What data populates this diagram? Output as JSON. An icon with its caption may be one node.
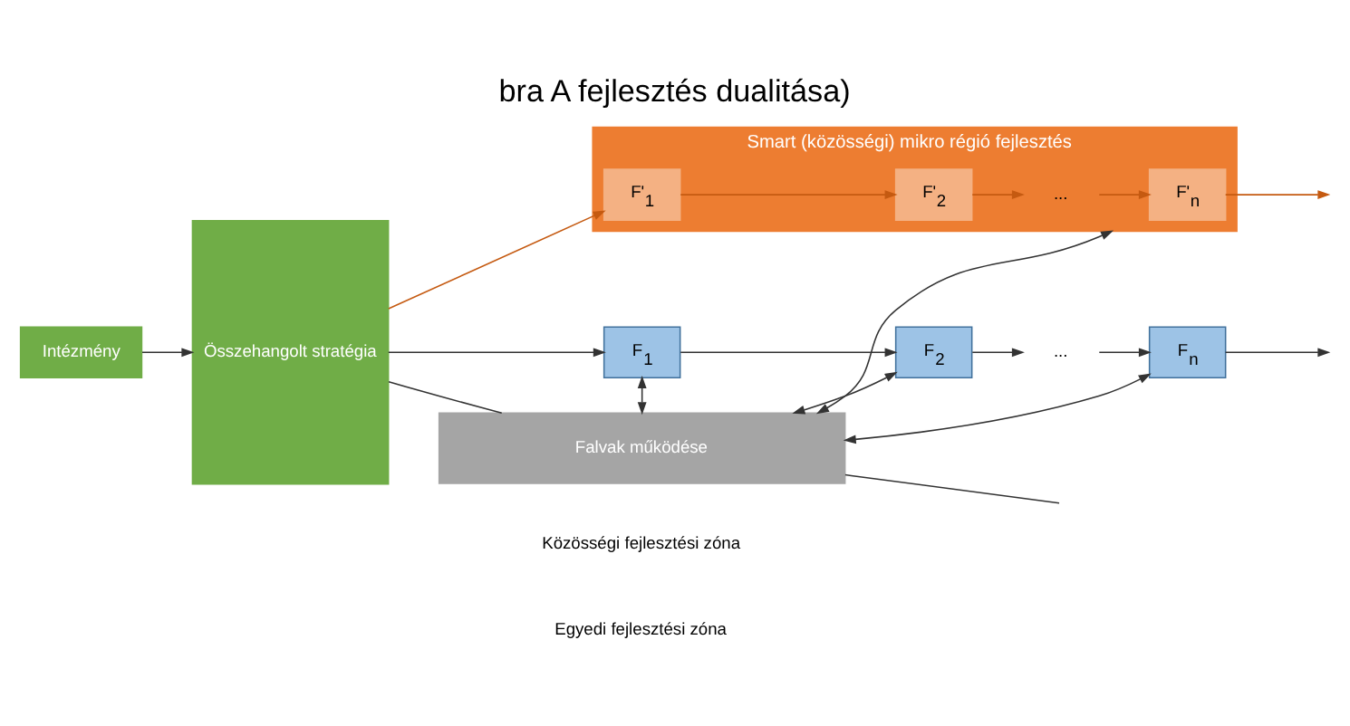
{
  "diagram": {
    "title": "bra A fejlesztés dualitása)",
    "nodes": [
      {
        "text": [
          "Intézmény"
        ]
      },
      {
        "text": [
          "Összehangolt stratégia"
        ]
      },
      {
        "text": [
          "Smart (közösségi) mikro régió fejlesztés"
        ]
      },
      {
        "text": [
          "F'$_{1}$"
        ],
        "in": 2
      },
      {
        "text": [
          "F'$_{2}$"
        ],
        "in": 2
      },
      {
        "text": [
          "..."
        ],
        "in": 2
      },
      {
        "text": [
          "F'$_{n}$"
        ],
        "in": 2
      },
      {
        "text": [
          "Falvak működése"
        ]
      },
      {
        "text": [
          "F$_{1}$"
        ]
      },
      {
        "text": [
          "F$_{2}$"
        ]
      },
      {
        "text": [
          "..."
        ]
      },
      {
        "text": [
          "F$_{n}$"
        ]
      }
    ],
    "edges": [
      {
        "from": 0,
        "to": 1,
        "arrow": "to"
      },
      {
        "from": 1,
        "to": 3,
        "arrow": "to",
        "color": "#c55a11"
      },
      {
        "from": 3,
        "to": 4,
        "arrow": "to",
        "color": "#c55a11"
      },
      {
        "from": 4,
        "to": 5,
        "arrow": "to",
        "color": "#c55a11"
      },
      {
        "from": 5,
        "to": 6,
        "arrow": "to",
        "color": "#c55a11"
      },
      {
        "from": 6,
        "to": null,
        "arrow": "to",
        "color": "#c55a11"
      },
      {
        "from": 2,
        "to": 7,
        "arrow": "both"
      },
      {
        "from": 1,
        "to": 7,
        "arrow": "none"
      },
      {
        "from": 7,
        "to": null,
        "arrow": "none"
      },
      {
        "from": 7,
        "to": 8,
        "arrow": "both"
      },
      {
        "from": 7,
        "to": 9,
        "arrow": "both"
      },
      {
        "from": 7,
        "to": 11,
        "arrow": "both"
      },
      {
        "from": 1,
        "to": 8,
        "arrow": "to"
      },
      {
        "from": 8,
        "to": 9,
        "arrow": "to"
      },
      {
        "from": 9,
        "to": 10,
        "arrow": "to"
      },
      {
        "from": 10,
        "to": 11,
        "arrow": "to"
      },
      {
        "from": 11,
        "to": null,
        "arrow": "to"
      }
    ],
    "labels": [
      "Közösségi fejlesztési zóna",
      "Egyedi fejlesztési zóna"
    ]
  }
}
